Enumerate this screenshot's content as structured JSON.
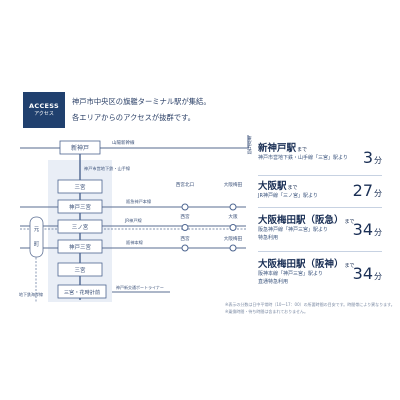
{
  "header": {
    "badge_en": "ACCESS",
    "badge_ja": "アクセス",
    "intro_lines": [
      "神戸市中央区の旗艦ターミナル駅が集結。",
      "各エリアからのアクセスが抜群です。"
    ]
  },
  "map": {
    "shin_kobe": "新神戸",
    "sanyo_shinkansen": "山陽新幹線",
    "to_tokyo": "東京方面",
    "subway_line": "神戸市営地下鉄・山手線",
    "subway_stations": [
      "三宮",
      "神戸三宮",
      "三ノ宮",
      "三宮",
      "三宮・花時計前"
    ],
    "motomachi": "元町",
    "chikatetsu_kaigan": "地下鉄海岸線",
    "hankyu_line": "阪急神戸本線",
    "jr_line": "JR神戸線",
    "hanshin_line": "阪神本線",
    "port_liner": "神戸新交通ポートライナー",
    "nishinomiya_kitaguchi": "西宮北口",
    "osaka_umeda_top": "大阪梅田",
    "nishinomiya_jr": "西宮",
    "osaka_jr": "大阪",
    "nishinomiya_hanshin": "西宮",
    "osaka_umeda_bottom": "大阪梅田"
  },
  "access": [
    {
      "dest": "新神戸駅",
      "to": "まで",
      "lines": [
        "神戸市営地下鉄・山手線「三宮」駅より"
      ],
      "minutes": "3",
      "unit": "分"
    },
    {
      "dest": "大阪駅",
      "to": "まで",
      "lines": [
        "JR神戸線「三ノ宮」駅より"
      ],
      "minutes": "27",
      "unit": "分"
    },
    {
      "dest": "大阪梅田駅（阪急）",
      "to": "まで",
      "lines": [
        "阪急神戸線「神戸三宮」駅より",
        "特急利用"
      ],
      "minutes": "34",
      "unit": "分"
    },
    {
      "dest": "大阪梅田駅（阪神）",
      "to": "まで",
      "lines": [
        "阪神本線「神戸三宮」駅より",
        "直通特急利用"
      ],
      "minutes": "34",
      "unit": "分"
    }
  ],
  "footnote": {
    "line1": "※表示の分数は日中平常時（10〜17：00）の所要時間の目安です。時間帯により異なります。",
    "line2": "※乗換時間・待ち時間は含まれておりません。"
  }
}
